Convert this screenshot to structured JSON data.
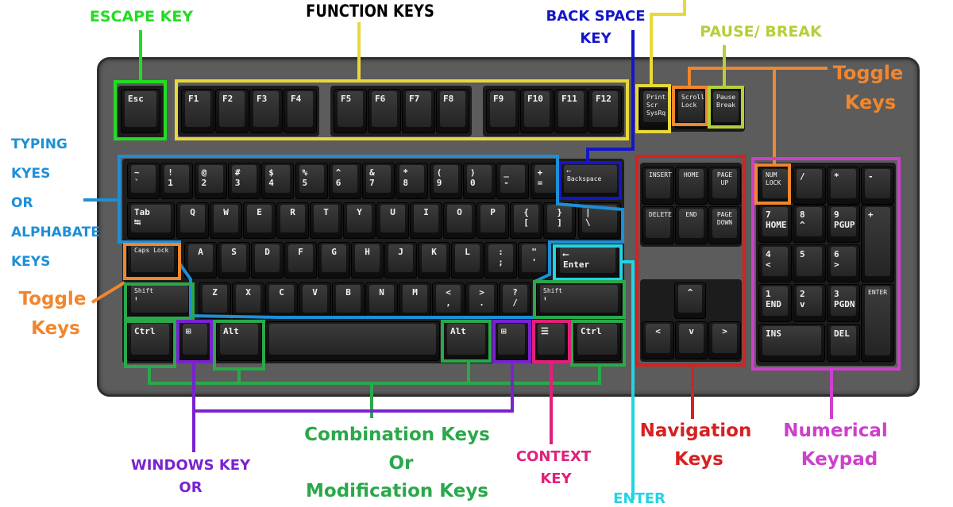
{
  "labels": {
    "escape": "ESCAPE KEY",
    "function": "FUNCTION KEYS",
    "backspace_1": "BACK SPACE",
    "backspace_2": "KEY",
    "pause": "PAUSE/ BREAK",
    "toggle_right_1": "Toggle",
    "toggle_right_2": "Keys",
    "typing": [
      "TYPING",
      "KYES",
      "OR",
      "ALPHABATE",
      "KEYS"
    ],
    "toggle_left_1": "Toggle",
    "toggle_left_2": "Keys",
    "combination_1": "Combination Keys",
    "combination_2": "Or",
    "combination_3": "Modification Keys",
    "windows_1": "WINDOWS KEY",
    "windows_2": "OR",
    "context_1": "CONTEXT",
    "context_2": "KEY",
    "enter": "ENTER",
    "navigation_1": "Navigation",
    "navigation_2": "Keys",
    "numpad_1": "Numerical",
    "numpad_2": "Keypad"
  },
  "colors": {
    "escape": "#22dd22",
    "function": "#e8d83a",
    "backspace": "#1515c8",
    "pause": "#b5cf3a",
    "toggle": "#f0862e",
    "typing": "#1e8fd6",
    "combination": "#2aa84a",
    "windows": "#7a22d0",
    "context": "#e0207a",
    "enter": "#22d4e4",
    "navigation": "#d82020",
    "numpad": "#cc40cc",
    "keyboard_body": "#5c5c5c"
  },
  "keys": {
    "esc": [
      "Esc"
    ],
    "function": [
      "F1",
      "F2",
      "F3",
      "F4",
      "F5",
      "F6",
      "F7",
      "F8",
      "F9",
      "F10",
      "F11",
      "F12"
    ],
    "system": [
      "Print\nScr\nSysRq",
      "Scroll\nLock",
      "Pause\nBreak"
    ],
    "row1": [
      "~\n`",
      "!\n1",
      "@\n2",
      "#\n3",
      "$\n4",
      "%\n5",
      "^\n6",
      "&\n7",
      "*\n8",
      "(\n9",
      ")\n0",
      "_\n-",
      "+\n=",
      "⟵\nBackspace"
    ],
    "row2": [
      "Tab\n⭾",
      "Q",
      "W",
      "E",
      "R",
      "T",
      "Y",
      "U",
      "I",
      "O",
      "P",
      "{\n[",
      "}\n]",
      "|\n\\"
    ],
    "row3": [
      "Caps Lock",
      "A",
      "S",
      "D",
      "F",
      "G",
      "H",
      "J",
      "K",
      "L",
      ":\n;",
      "\"\n'",
      "⟵\nEnter"
    ],
    "row4": [
      "Shift\n⬆",
      "Z",
      "X",
      "C",
      "V",
      "B",
      "N",
      "M",
      "<\n,",
      ">\n.",
      "?\n/",
      "Shift\n⬆"
    ],
    "row5": [
      "Ctrl",
      "⊞",
      "Alt",
      "",
      "Alt",
      "⊞",
      "☰",
      "Ctrl"
    ],
    "navigation": [
      "INSERT",
      "HOME",
      "PAGE\nUP",
      "DELETE",
      "END",
      "PAGE\nDOWN"
    ],
    "arrows": [
      "^",
      "<",
      "v",
      ">"
    ],
    "numpad": [
      "NUM\nLOCK",
      "/",
      "*",
      "-",
      "7\nHOME",
      "8\n^",
      "9\nPGUP",
      "+",
      "4\n<",
      "5",
      "6\n>",
      "1\nEND",
      "2\nv",
      "3\nPGDN",
      "ENTER",
      "INS",
      "DEL"
    ]
  }
}
